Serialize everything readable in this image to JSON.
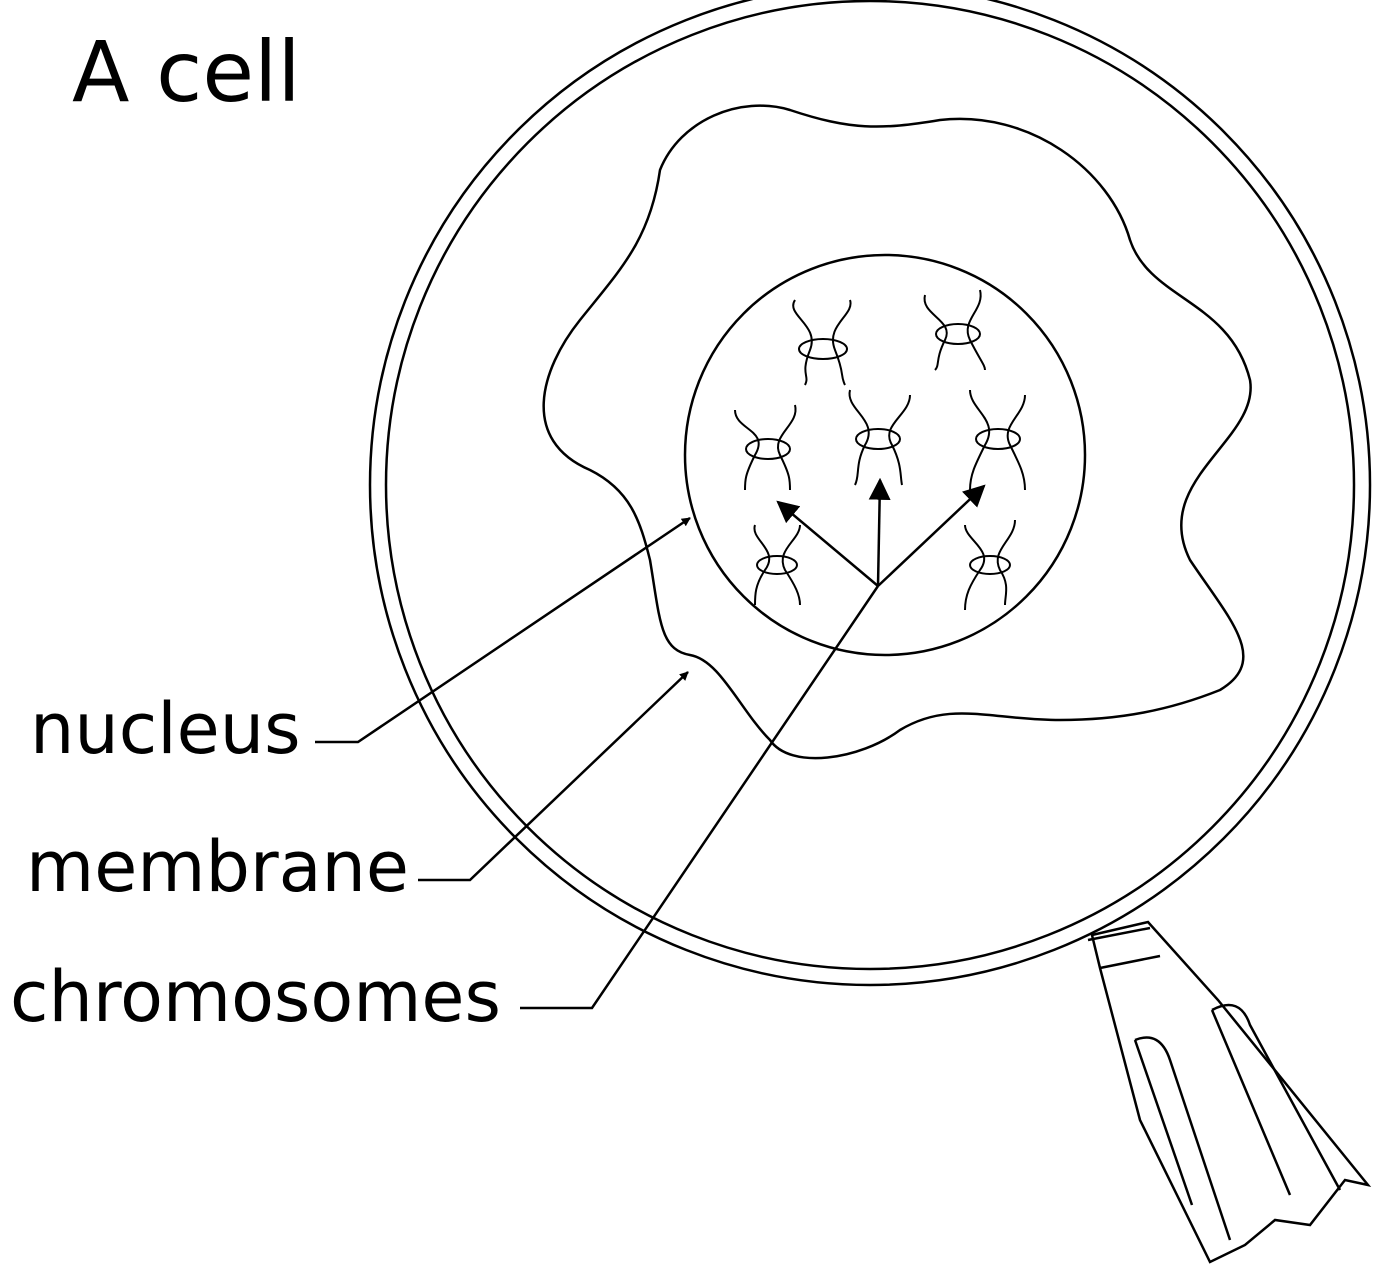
{
  "title": "A cell",
  "labels": {
    "nucleus": "nucleus",
    "membrane": "membrane",
    "chromosomes": "chromosomes"
  },
  "colors": {
    "ink": "#000000",
    "paper": "#ffffff"
  }
}
